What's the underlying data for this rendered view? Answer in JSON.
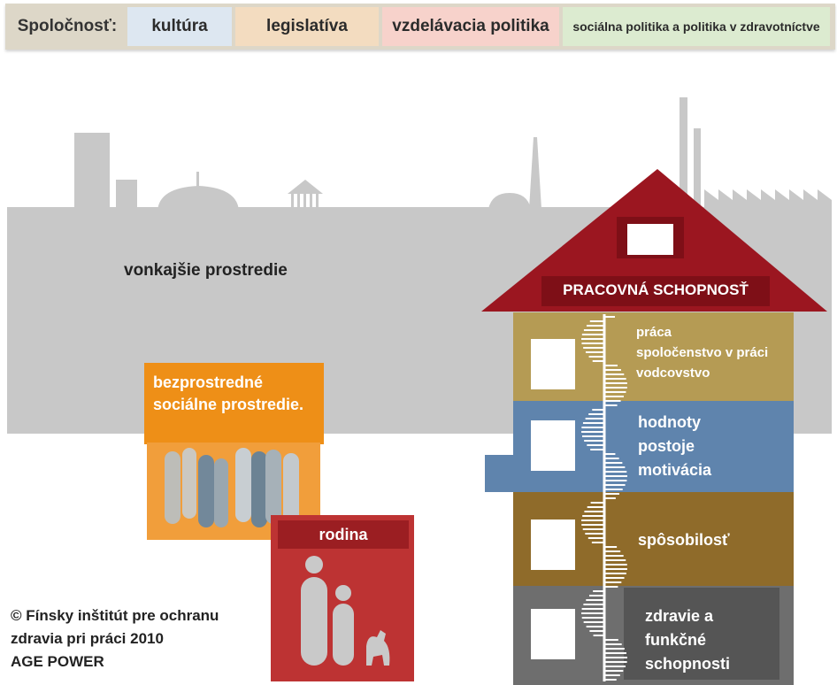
{
  "society": {
    "label": "Spoločnosť:",
    "categories": [
      {
        "label": "kultúra",
        "color": "#dde7f1"
      },
      {
        "label": "legislatíva",
        "color": "#f3dcc0"
      },
      {
        "label": "vzdelávacia politika",
        "color": "#f7d2cb"
      },
      {
        "label": "sociálna politika a politika v zdravotníctve",
        "color": "#dcebd0"
      }
    ]
  },
  "environment": {
    "external_label": "vonkajšie prostredie",
    "social_label_line1": "bezprostredné",
    "social_label_line2": "sociálne prostredie.",
    "family_label": "rodina"
  },
  "house": {
    "roof_label": "PRACOVNÁ SCHOPNOSŤ",
    "floors": [
      {
        "lines": [
          "práca",
          "spoločenstvo v práci",
          "vodcovstvo"
        ],
        "color": "#b59b54"
      },
      {
        "lines": [
          "hodnoty",
          "postoje",
          "motivácia"
        ],
        "color": "#5f84ad"
      },
      {
        "lines": [
          "spôsobilosť"
        ],
        "color": "#8f6b2a"
      },
      {
        "lines": [
          "zdravie a",
          "funkčné",
          "schopnosti"
        ],
        "color": "#6e6e6e"
      }
    ],
    "colors": {
      "roof": "#9b1620",
      "roof_band": "#7e0f17"
    }
  },
  "copyright": {
    "line1": "© Fínsky inštitút pre ochranu",
    "line2": "zdravia pri práci 2010",
    "line3": "AGE POWER"
  }
}
